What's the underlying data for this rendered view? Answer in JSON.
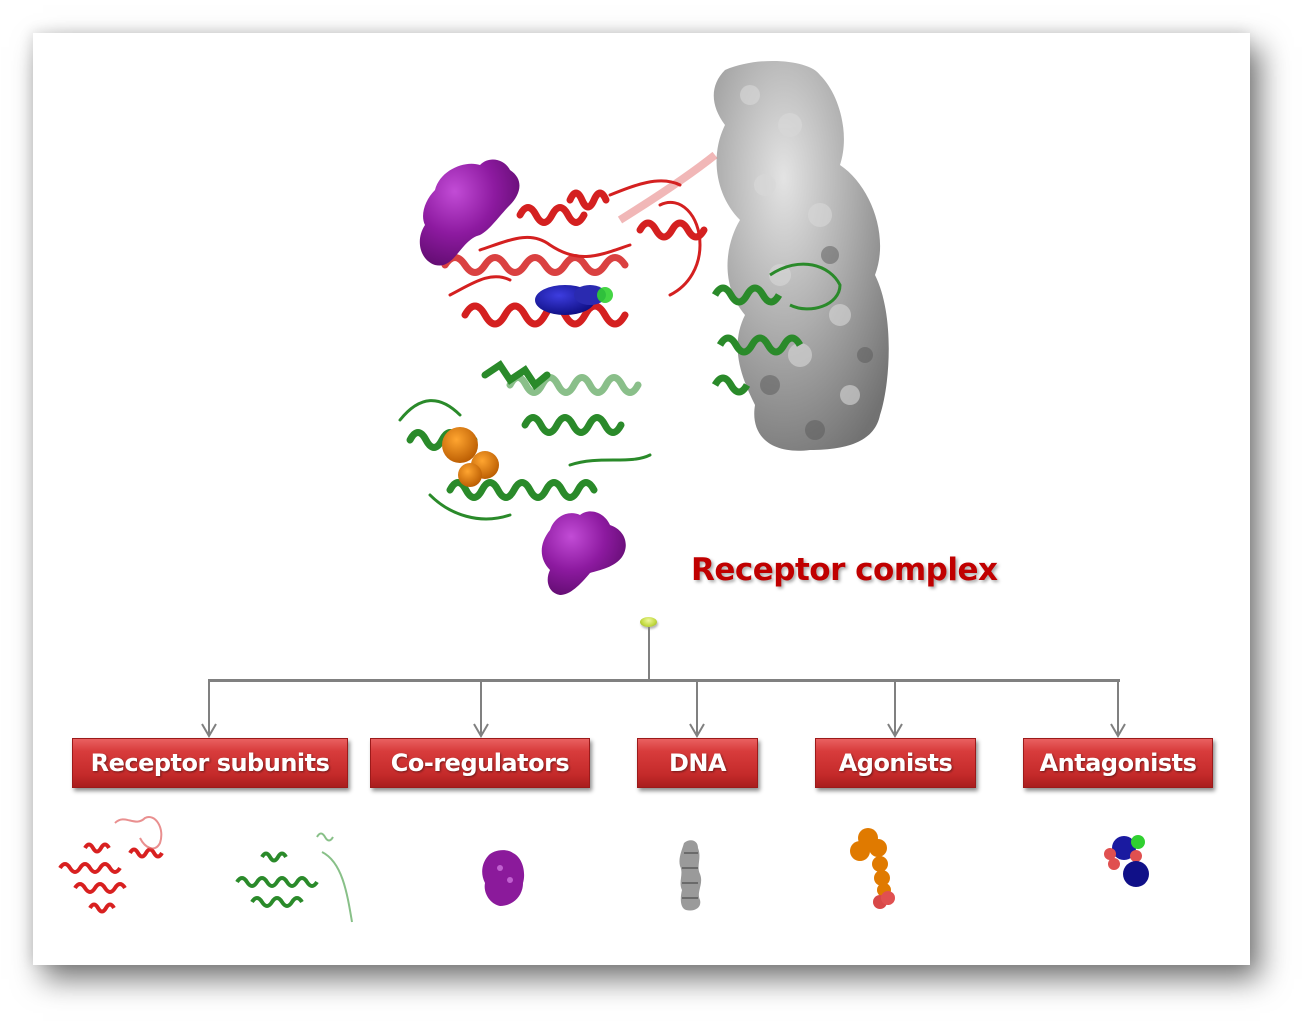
{
  "diagram": {
    "title": "Receptor complex",
    "title_color": "#c00000",
    "box_color": "#d03434",
    "connector_color": "#808080",
    "node_color": "#c5dc45",
    "categories": [
      {
        "label": "Receptor subunits",
        "thumbnails": [
          "red-receptor-ribbon",
          "green-receptor-ribbon"
        ],
        "colors": [
          "#e02020",
          "#2e8b2e"
        ]
      },
      {
        "label": "Co-regulators",
        "thumbnails": [
          "purple-coregulator-surface"
        ],
        "colors": [
          "#8b1a9b"
        ]
      },
      {
        "label": "DNA",
        "thumbnails": [
          "gray-dna-surface"
        ],
        "colors": [
          "#9a9a9a"
        ]
      },
      {
        "label": "Agonists",
        "thumbnails": [
          "orange-agonist-spheres"
        ],
        "colors": [
          "#e07a00",
          "#e05050"
        ]
      },
      {
        "label": "Antagonists",
        "thumbnails": [
          "blue-antagonist-spheres"
        ],
        "colors": [
          "#1a1aa0",
          "#e05050",
          "#30d030"
        ]
      }
    ],
    "complex_components": [
      "red-receptor-subunit",
      "green-receptor-subunit",
      "purple-coregulator-1",
      "purple-coregulator-2",
      "gray-dna-double-helix",
      "orange-agonist",
      "blue-antagonist",
      "green-dna-binding-domain"
    ]
  }
}
